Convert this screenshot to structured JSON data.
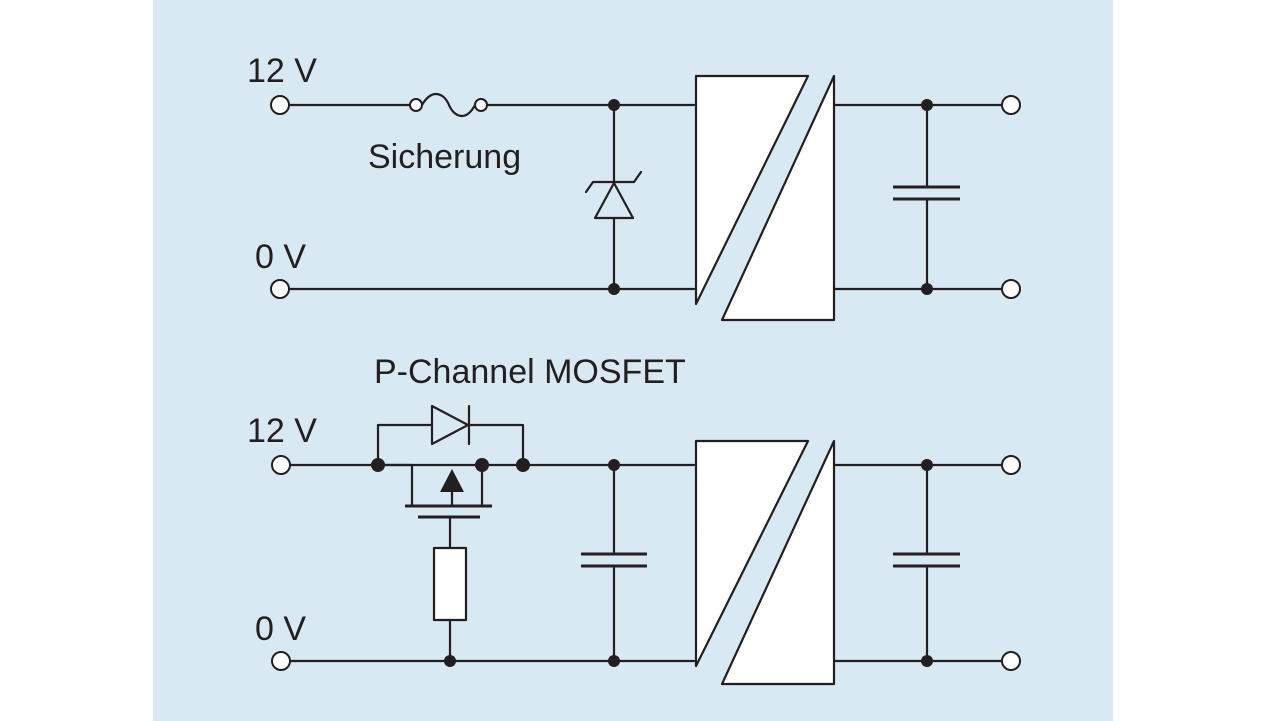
{
  "colors": {
    "background": "#d9e9f4",
    "outer": "#ffffff",
    "ink": "#231f20"
  },
  "top_circuit": {
    "input_positive_label": "12 V",
    "input_ground_label": "0 V",
    "fuse_label": "Sicherung"
  },
  "bottom_circuit": {
    "input_positive_label": "12 V",
    "input_ground_label": "0 V",
    "mosfet_label": "P-Channel MOSFET"
  }
}
